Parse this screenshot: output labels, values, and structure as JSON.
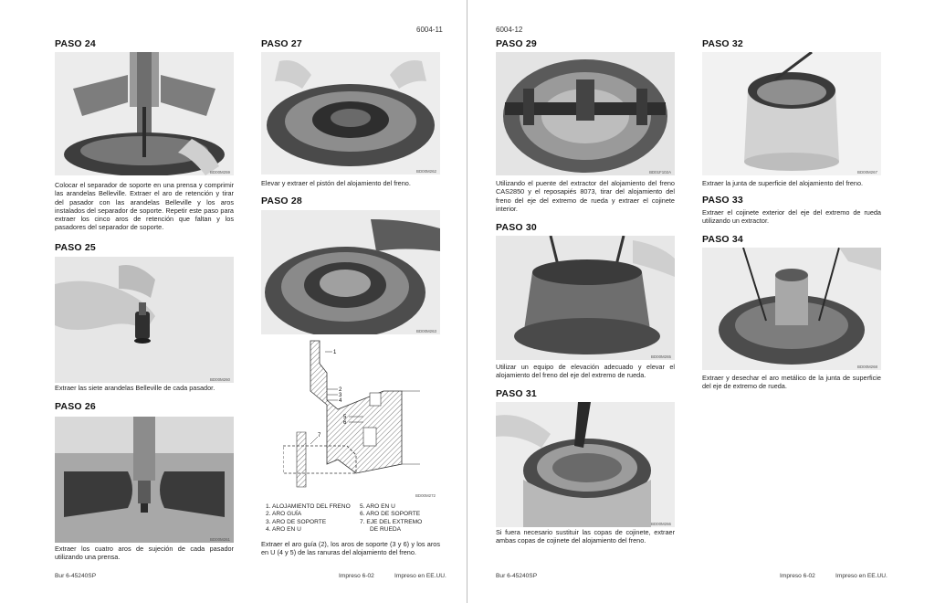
{
  "left_page": {
    "page_number": "6004-11",
    "footer_left": "Bur 6-45240SP",
    "footer_printed": "Impreso 6-02",
    "footer_country": "Impreso en EE.UU."
  },
  "right_page": {
    "page_number": "6004-12",
    "footer_left": "Bur 6-45240SP",
    "footer_printed": "Impreso 6-02",
    "footer_country": "Impreso en EE.UU."
  },
  "steps": {
    "s24": {
      "title": "PASO 24",
      "code": "BD00M259",
      "text": "Colocar el separador de soporte en una prensa y comprimir las arandelas Belleville. Extraer el aro de retención y tirar del pasador con las arandelas Belleville y los aros instalados del separador de soporte. Repetir este paso para extraer los cinco aros de retención que faltan y los pasadores del separador de soporte."
    },
    "s25": {
      "title": "PASO 25",
      "code": "BD00M260",
      "text": "Extraer las siete arandelas Belleville de cada pasador."
    },
    "s26": {
      "title": "PASO 26",
      "code": "BD00M261",
      "text": "Extraer los cuatro aros de sujeción de cada pasador utilizando una prensa."
    },
    "s27": {
      "title": "PASO 27",
      "code": "BD00M262",
      "text": "Elevar y extraer el pistón del alojamiento del freno."
    },
    "s28": {
      "title": "PASO 28",
      "code": "BD00M263",
      "diagram_code": "BD00M272",
      "text": "Extraer el aro guía (2), los aros de soporte (3 y 6) y los aros en U (4 y 5) de las ranuras del alojamiento del freno.",
      "callouts": [
        "1",
        "2",
        "3",
        "4",
        "5",
        "6",
        "7"
      ],
      "legend_left": [
        "1. ALOJAMIENTO DEL FRENO",
        "2. ARO GUÍA",
        "3. ARO DE SOPORTE",
        "4. ARO EN U"
      ],
      "legend_right": [
        "5. ARO EN U",
        "6. ARO DE SOPORTE",
        "7. EJE DEL EXTREMO",
        "DE RUEDA"
      ]
    },
    "s29": {
      "title": "PASO 29",
      "code": "BD01F102A",
      "text": "Utilizando el puente del extractor del alojamiento del freno CAS2850 y el reposapiés 8073, tirar del alojamiento del freno del eje del extremo de rueda y extraer el cojinete interior."
    },
    "s30": {
      "title": "PASO 30",
      "code": "BD00M265",
      "text": "Utilizar un equipo de elevación adecuado y elevar el alojamiento del freno del eje del extremo de rueda."
    },
    "s31": {
      "title": "PASO 31",
      "code": "BD00M266",
      "text": "Si fuera necesario sustituir las copas de cojinete, extraer ambas copas de cojinete del alojamiento del freno."
    },
    "s32": {
      "title": "PASO 32",
      "code": "BD00M267",
      "text": "Extraer la junta de superficie del alojamiento del freno."
    },
    "s33": {
      "title": "PASO 33",
      "text": "Extraer el cojinete exterior del eje del extremo de rueda utilizando un extractor."
    },
    "s34": {
      "title": "PASO 34",
      "code": "BD00M268",
      "text": "Extraer y desechar el aro metálico de la junta de superficie del eje de extremo de rueda."
    }
  }
}
